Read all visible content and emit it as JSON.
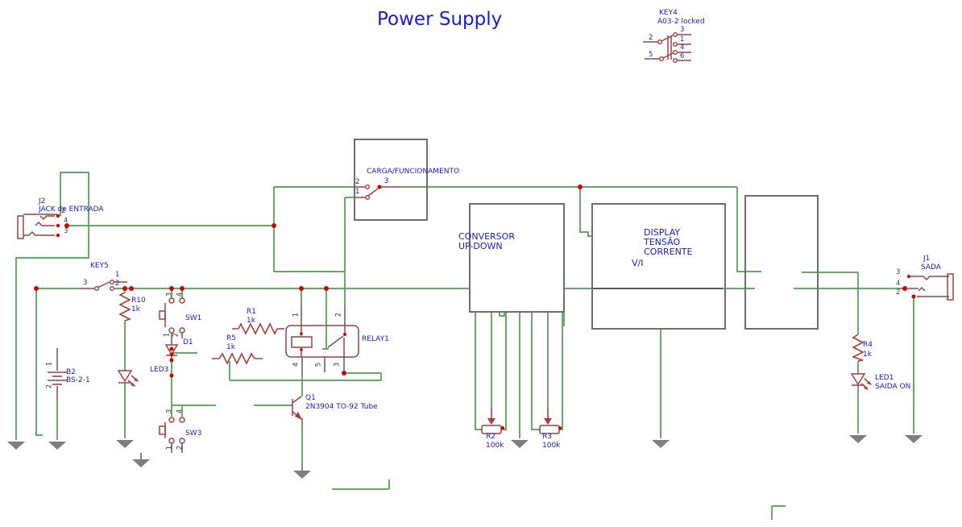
{
  "title": "Power Supply",
  "colors": {
    "wire": "#4aa34a",
    "component": "#9a4444",
    "junction": "#d40000",
    "label_blue": "#1a1acc",
    "pin_gray": "#3f3f3f",
    "box_gray": "#6e6e6e",
    "ground_gray": "#7e7e7e"
  },
  "components": {
    "key4": {
      "ref": "KEY4",
      "value": "A03-2 locked",
      "pins": [
        "2",
        "5",
        "3",
        "1",
        "4",
        "6"
      ]
    },
    "j2": {
      "ref": "J2",
      "value": "JACK de ENTRADA",
      "pins": [
        "2",
        "4",
        "3"
      ]
    },
    "key5": {
      "ref": "KEY5",
      "pins": [
        "3",
        "1",
        "2"
      ]
    },
    "r10": {
      "ref": "R10",
      "value": "1k"
    },
    "b2": {
      "ref": "B2",
      "value": "BS-2-1",
      "pins": [
        "1",
        "2"
      ]
    },
    "sw1": {
      "ref": "SW1",
      "pins": [
        "3",
        "4"
      ]
    },
    "d1": {
      "ref": "D1",
      "pins": [
        "1",
        "2"
      ]
    },
    "led3": {
      "ref": "LED3"
    },
    "sw3": {
      "ref": "SW3",
      "pins": [
        "3",
        "4",
        "1",
        "2"
      ]
    },
    "r1": {
      "ref": "R1",
      "value": "1k"
    },
    "r5": {
      "ref": "R5",
      "value": "1k"
    },
    "relay1": {
      "ref": "RELAY1",
      "pins": [
        "1",
        "2",
        "4",
        "5",
        "3"
      ]
    },
    "q1": {
      "ref": "Q1",
      "value": "2N3904 TO-92 Tube"
    },
    "carga": {
      "label": "CARGA/FUNCIONAMENTO",
      "pins": [
        "2",
        "1",
        "3"
      ]
    },
    "conversor": {
      "line1": "CONVERSOR",
      "line2": "UP-DOWN"
    },
    "display": {
      "line1": "DISPLAY",
      "line2": "TENSÃO",
      "line3": "CORRENTE",
      "line4": "V/I"
    },
    "r2": {
      "ref": "R2",
      "value": "100k"
    },
    "r3": {
      "ref": "R3",
      "value": "100k"
    },
    "j1": {
      "ref": "J1",
      "value": "SADA",
      "pins": [
        "3",
        "4",
        "2"
      ]
    },
    "r4": {
      "ref": "R4",
      "value": "1k"
    },
    "led1": {
      "ref": "LED1",
      "value": "SAIDA ON"
    }
  }
}
